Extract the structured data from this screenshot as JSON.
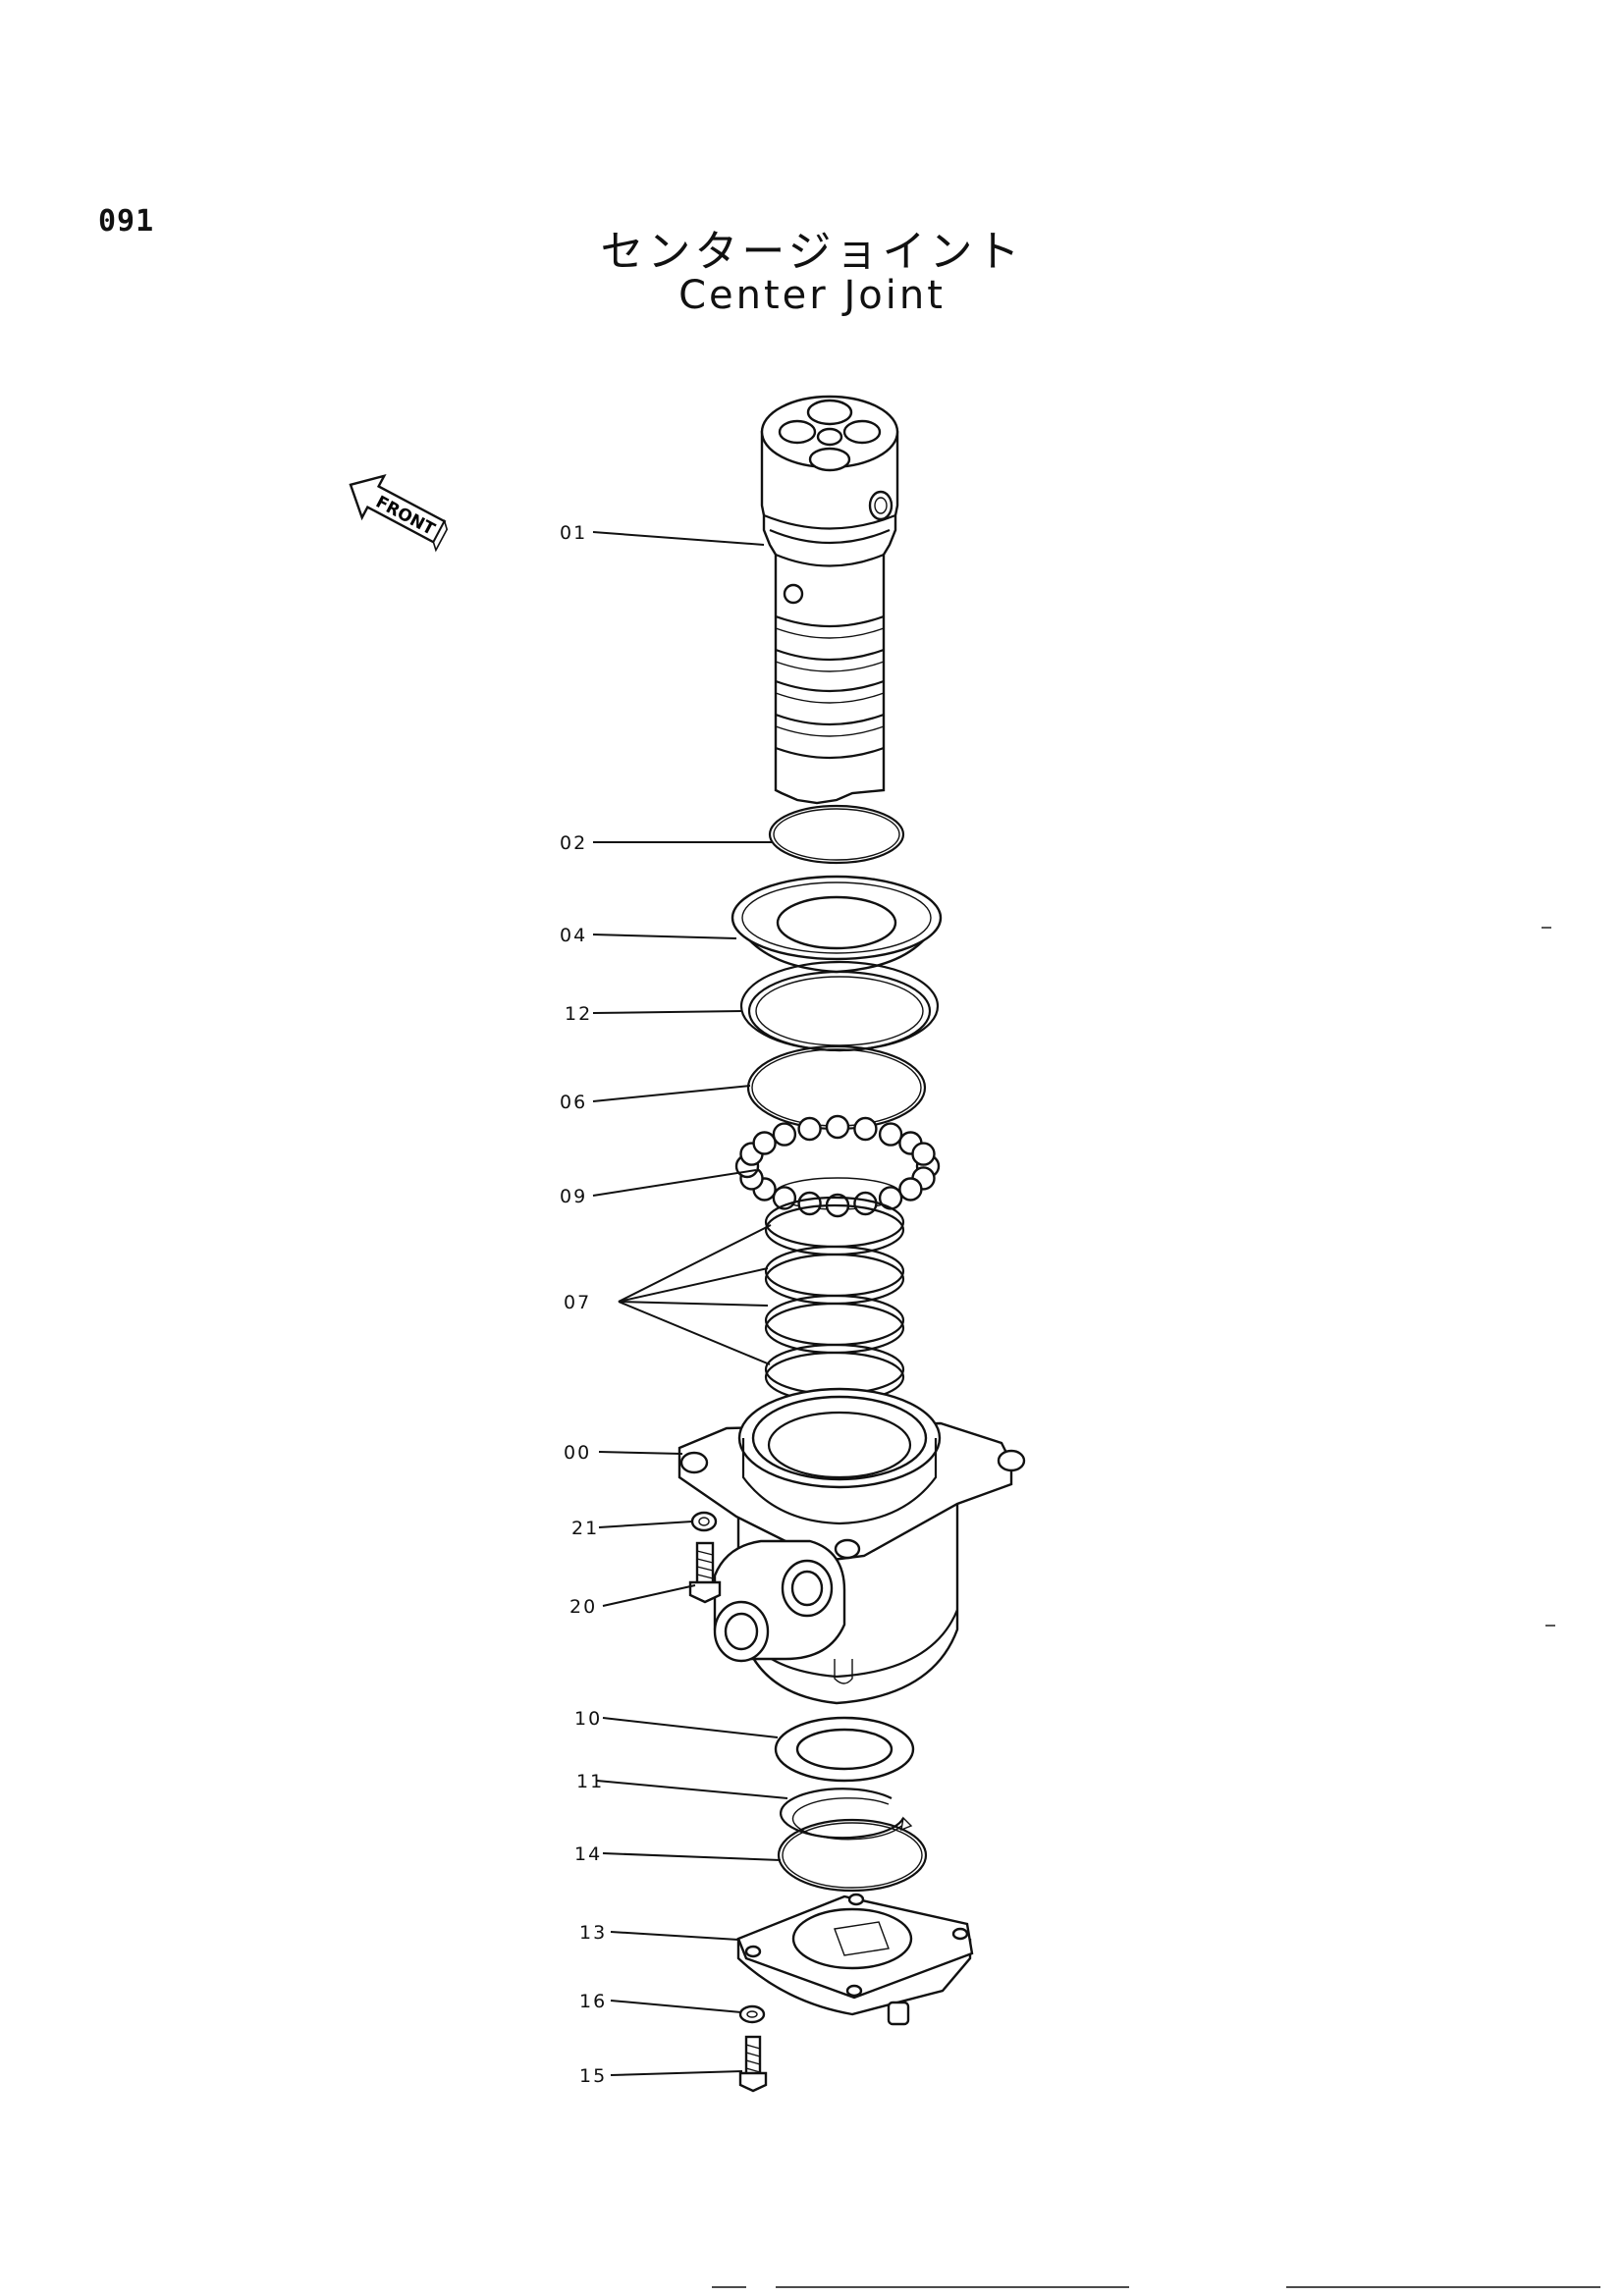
{
  "page": {
    "number": "091"
  },
  "title": {
    "japanese": "センタージョイント",
    "english": "Center Joint"
  },
  "front_indicator": {
    "label": "FRONT",
    "icon": "front-arrow-icon"
  },
  "callouts": [
    {
      "id": "01"
    },
    {
      "id": "02"
    },
    {
      "id": "04"
    },
    {
      "id": "12"
    },
    {
      "id": "06"
    },
    {
      "id": "09"
    },
    {
      "id": "07"
    },
    {
      "id": "00"
    },
    {
      "id": "21"
    },
    {
      "id": "20"
    },
    {
      "id": "10"
    },
    {
      "id": "11"
    },
    {
      "id": "14"
    },
    {
      "id": "13"
    },
    {
      "id": "16"
    },
    {
      "id": "15"
    }
  ]
}
